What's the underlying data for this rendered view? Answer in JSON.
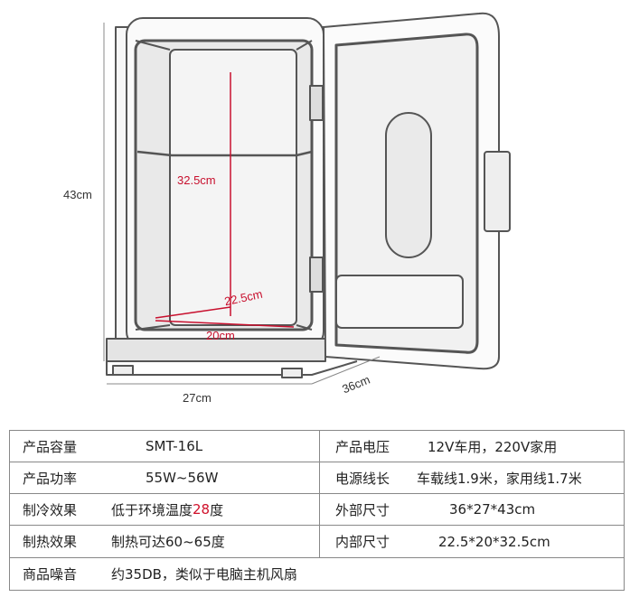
{
  "figure": {
    "height_label": "43cm",
    "width_label": "27cm",
    "depth_label": "36cm",
    "inner_height_label": "32.5cm",
    "inner_depth_label": "22.5cm",
    "inner_width_label": "20cm",
    "colors": {
      "outline": "#555555",
      "inner_dim": "#c8102e",
      "panel": "#f4f4f4"
    }
  },
  "specs": {
    "rows": [
      {
        "l1": "产品容量",
        "v1": "SMT-16L",
        "l2": "产品电压",
        "v2": "12V车用，220V家用"
      },
      {
        "l1": "产品功率",
        "v1": "55W~56W",
        "l2": "电源线长",
        "v2": "车载线1.9米，家用线1.7米"
      },
      {
        "l1": "制冷效果",
        "v1_pre": "低于环境温度",
        "v1_hl": "28",
        "v1_post": "度",
        "l2": "外部尺寸",
        "v2": "36*27*43cm"
      },
      {
        "l1": "制热效果",
        "v1": "制热可达60~65度",
        "l2": "内部尺寸",
        "v2": "22.5*20*32.5cm"
      },
      {
        "l1": "商品噪音",
        "v1": "约35DB，类似于电脑主机风扇"
      }
    ]
  }
}
